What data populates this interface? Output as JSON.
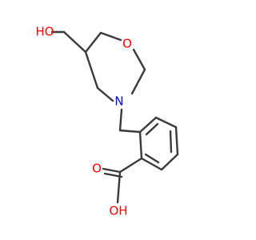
{
  "molecule": {
    "labels": {
      "ho_top": "HO",
      "o_ring": "O",
      "n_ring": "N",
      "o_carbonyl": "O",
      "oh_acid": "OH"
    },
    "colors": {
      "bond": "#3a3a3a",
      "oxygen": "#ff0000",
      "nitrogen": "#0000ff"
    }
  }
}
